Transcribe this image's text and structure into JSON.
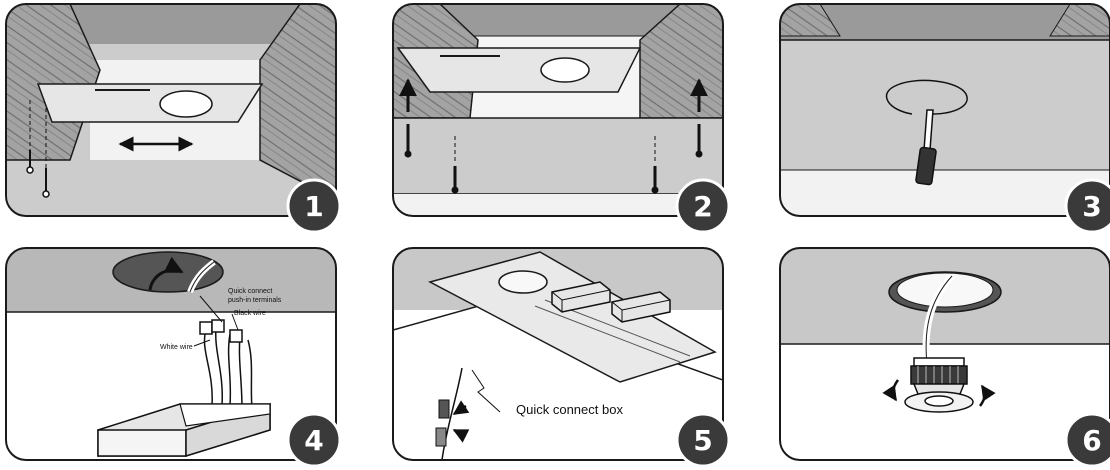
{
  "panels": [
    {
      "id": 1,
      "number": "1",
      "labels": []
    },
    {
      "id": 2,
      "number": "2",
      "labels": []
    },
    {
      "id": 3,
      "number": "3",
      "labels": []
    },
    {
      "id": 4,
      "number": "4",
      "labels": [
        "Quick connect",
        "push-in terminals",
        "Black wire",
        "White wire"
      ]
    },
    {
      "id": 5,
      "number": "5",
      "labels": [
        "Quick connect box"
      ]
    },
    {
      "id": 6,
      "number": "6",
      "labels": []
    }
  ],
  "colors": {
    "outline": "#1a1a1a",
    "ceiling": "#cfcfcf",
    "ceiling_dark": "#b3b3b3",
    "plate": "#e6e6e6",
    "wood": "#9a9a9a",
    "cavity": "#8c8c8c",
    "badge": "#3a3a3a"
  }
}
